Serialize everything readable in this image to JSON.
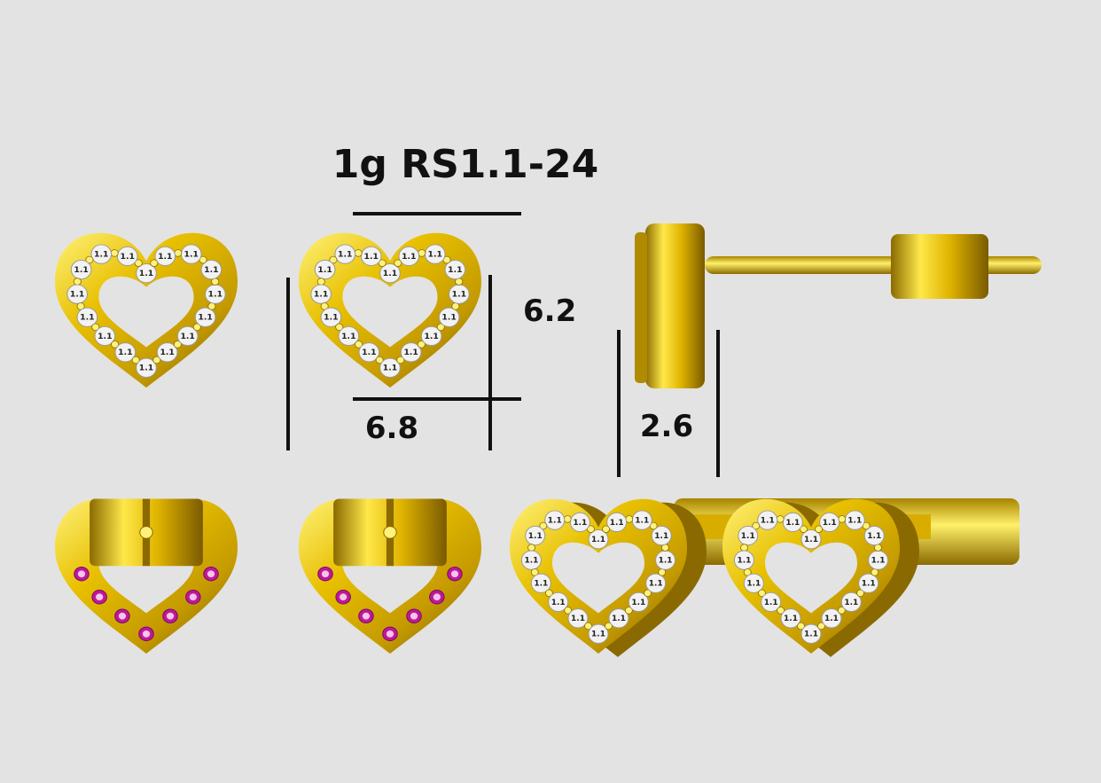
{
  "title": "1g RS1.1-24",
  "dimensions": {
    "height": "6.2",
    "width": "6.8",
    "depth": "2.6"
  },
  "stone_label": "1.1",
  "colors": {
    "background": "#e3e3e3",
    "gold": "#e3b800",
    "gold_dark": "#8a6a00",
    "gold_light": "#fff27a",
    "pink_stone": "#c0179a",
    "diamond": "#f2f2f2",
    "line": "#111111"
  }
}
